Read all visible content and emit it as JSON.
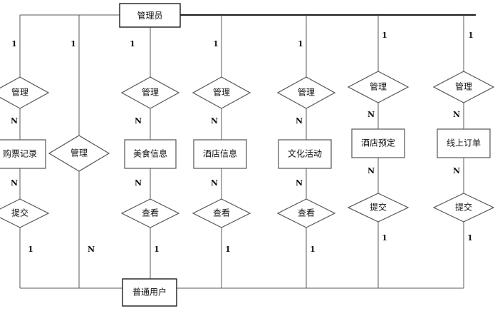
{
  "diagram": {
    "type": "er-diagram",
    "title": "",
    "colors": {
      "background": "#ffffff",
      "line": "#5a5a5a",
      "line_dark": "#1a1a1a",
      "shape_fill": "#ffffff",
      "shape_stroke": "#555555",
      "text": "#111111"
    },
    "top_entity": {
      "label": "管理员"
    },
    "bottom_entity": {
      "label": "普通用户"
    },
    "columns": [
      {
        "id": "col-1",
        "top_cardinality": "1",
        "upper_relationship": "管理",
        "mid_cardinality": "N",
        "entity": "购票记录",
        "lower_cardinality": "N",
        "lower_relationship": "提交",
        "bottom_cardinality": "1"
      },
      {
        "id": "col-2",
        "top_cardinality": "1",
        "upper_relationship": "",
        "mid_cardinality": "",
        "entity": "",
        "center_relationship": "管理",
        "lower_cardinality": "",
        "lower_relationship": "",
        "bottom_cardinality": "N"
      },
      {
        "id": "col-3",
        "top_cardinality": "1",
        "upper_relationship": "管理",
        "mid_cardinality": "N",
        "entity": "美食信息",
        "lower_cardinality": "N",
        "lower_relationship": "查看",
        "bottom_cardinality": "1"
      },
      {
        "id": "col-4",
        "top_cardinality": "1",
        "upper_relationship": "管理",
        "mid_cardinality": "N",
        "entity": "酒店信息",
        "lower_cardinality": "N",
        "lower_relationship": "查看",
        "bottom_cardinality": "1"
      },
      {
        "id": "col-5",
        "top_cardinality": "1",
        "upper_relationship": "管理",
        "mid_cardinality": "N",
        "entity": "文化活动",
        "lower_cardinality": "N",
        "lower_relationship": "查看",
        "bottom_cardinality": "1"
      },
      {
        "id": "col-6",
        "top_cardinality": "1",
        "upper_relationship": "管理",
        "mid_cardinality": "N",
        "entity": "酒店预定",
        "lower_cardinality": "N",
        "lower_relationship": "提交",
        "bottom_cardinality": "1"
      },
      {
        "id": "col-7",
        "top_cardinality": "1",
        "upper_relationship": "管理",
        "mid_cardinality": "N",
        "entity": "线上订单",
        "lower_cardinality": "N",
        "lower_relationship": "提交",
        "bottom_cardinality": "1"
      }
    ]
  }
}
